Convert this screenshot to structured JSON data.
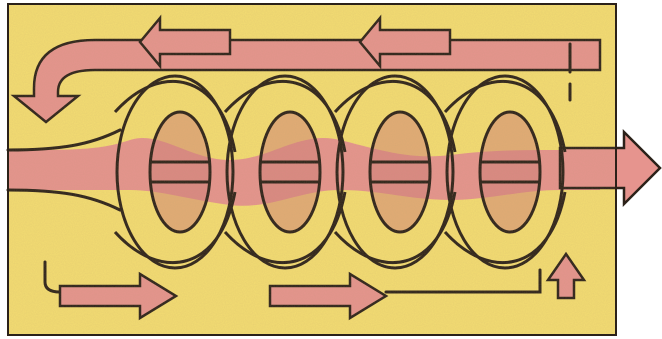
{
  "diagram": {
    "colors": {
      "background": "#f4dd72",
      "pink": "#e6948e",
      "pink_dark": "#cf7c78",
      "outline": "#2b2119",
      "page": "#ffffff"
    },
    "coil_turns": 4,
    "flows": [
      {
        "name": "inflow",
        "direction": "right"
      },
      {
        "name": "outflow",
        "direction": "right"
      },
      {
        "name": "top-recirculation",
        "direction": "left"
      },
      {
        "name": "bottom-forward",
        "direction": "right"
      }
    ]
  }
}
